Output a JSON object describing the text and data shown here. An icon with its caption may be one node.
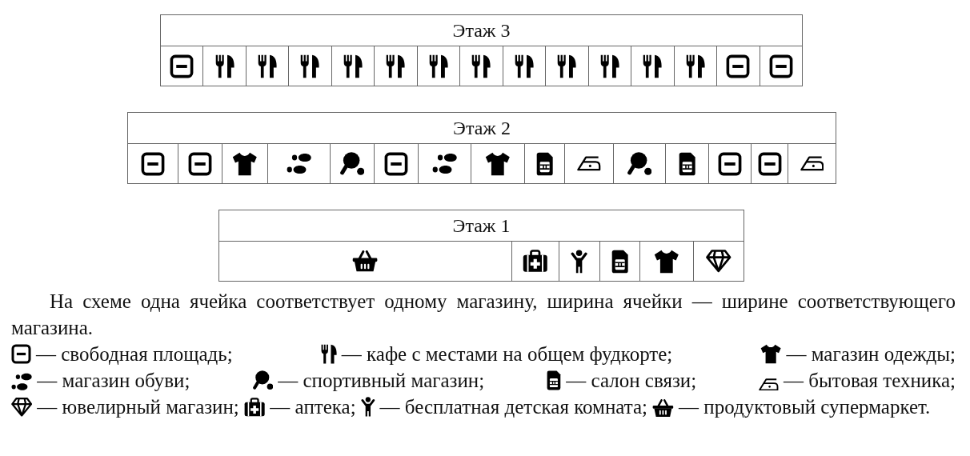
{
  "diagram": {
    "caption": "На схеме одна ячейка соответствует одному магазину, ширина ячейки — ширине соответствующего магазина.",
    "nodes": [
      {
        "text": [
          "Этаж 3"
        ]
      },
      {
        "text": [],
        "shape": "square",
        "in": 0
      },
      {
        "text": [],
        "shape": "cutlery",
        "in": 0
      },
      {
        "text": [],
        "shape": "cutlery",
        "in": 0
      },
      {
        "text": [],
        "shape": "cutlery",
        "in": 0
      },
      {
        "text": [],
        "shape": "cutlery",
        "in": 0
      },
      {
        "text": [],
        "shape": "cutlery",
        "in": 0
      },
      {
        "text": [],
        "shape": "cutlery",
        "in": 0
      },
      {
        "text": [],
        "shape": "cutlery",
        "in": 0
      },
      {
        "text": [],
        "shape": "cutlery",
        "in": 0
      },
      {
        "text": [],
        "shape": "cutlery",
        "in": 0
      },
      {
        "text": [],
        "shape": "cutlery",
        "in": 0
      },
      {
        "text": [],
        "shape": "cutlery",
        "in": 0
      },
      {
        "text": [],
        "shape": "cutlery",
        "in": 0
      },
      {
        "text": [],
        "shape": "square",
        "in": 0
      },
      {
        "text": [],
        "shape": "square",
        "in": 0
      },
      {
        "text": [
          "Этаж 2"
        ]
      },
      {
        "text": [],
        "shape": "square",
        "in": 16
      },
      {
        "text": [],
        "shape": "square",
        "in": 16
      },
      {
        "text": [],
        "shape": "shirt",
        "in": 16
      },
      {
        "text": [],
        "shape": "footprints",
        "in": 16
      },
      {
        "text": [],
        "shape": "racket",
        "in": 16
      },
      {
        "text": [],
        "shape": "square",
        "in": 16
      },
      {
        "text": [],
        "shape": "footprints",
        "in": 16
      },
      {
        "text": [],
        "shape": "shirt",
        "in": 16
      },
      {
        "text": [],
        "shape": "simcard",
        "in": 16
      },
      {
        "text": [],
        "shape": "iron",
        "in": 16
      },
      {
        "text": [],
        "shape": "racket",
        "in": 16
      },
      {
        "text": [],
        "shape": "simcard",
        "in": 16
      },
      {
        "text": [],
        "shape": "square",
        "in": 16
      },
      {
        "text": [],
        "shape": "square",
        "in": 16
      },
      {
        "text": [],
        "shape": "iron",
        "in": 16
      },
      {
        "text": [
          "Этаж 1"
        ]
      },
      {
        "text": [],
        "shape": "basket",
        "in": 32
      },
      {
        "text": [],
        "shape": "medkit",
        "in": 32
      },
      {
        "text": [],
        "shape": "person",
        "in": 32
      },
      {
        "text": [],
        "shape": "simcard",
        "in": 32
      },
      {
        "text": [],
        "shape": "shirt",
        "in": 32
      },
      {
        "text": [],
        "shape": "gem",
        "in": 32
      }
    ],
    "legend": [
      {
        "text": "— свободная площадь;"
      },
      {
        "text": "— кафе с местами на общем фудкорте;"
      },
      {
        "text": "— магазин одежды;"
      },
      {
        "text": "— магазин обуви;"
      },
      {
        "text": "— спортивный магазин;"
      },
      {
        "text": "— салон связи;"
      },
      {
        "text": "— бытовая техника;"
      },
      {
        "text": "— ювелирный магазин;"
      },
      {
        "text": "— аптека;"
      },
      {
        "text": "— бесплатная детская комната;"
      },
      {
        "text": "— продуктовый супермаркет."
      }
    ]
  }
}
